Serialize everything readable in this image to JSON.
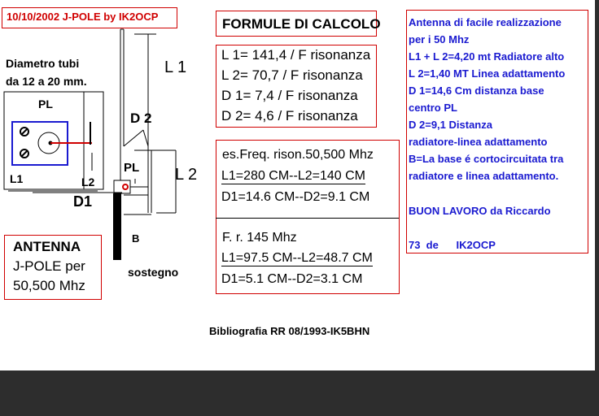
{
  "header": {
    "title": "10/10/2002 J-POLE  by IK2OCP"
  },
  "diagram": {
    "tube_note_1": "Diametro tubi",
    "tube_note_2": "da 12 a 20 mm.",
    "label_pl_top": "PL",
    "label_l1_top": "L 1",
    "label_d2": "D 2",
    "label_l2_right": "L 2",
    "label_pl_mid": "PL",
    "label_l1_left": "L1",
    "label_l2_inner": "L2",
    "label_d1": "D1",
    "label_b": "B",
    "label_support": "sostegno"
  },
  "antenna_box": {
    "line1": "ANTENNA",
    "line2": "J-POLE per",
    "line3": "50,500 Mhz"
  },
  "formulas": {
    "title": "FORMULE DI CALCOLO",
    "items": [
      "L 1= 141,4 / F risonanza",
      "L 2= 70,7 / F risonanza",
      "D 1= 7,4 / F risonanza",
      "D 2= 4,6 / F risonanza"
    ]
  },
  "examples": {
    "ex1_title": "es.Freq.  rison.50,500 Mhz",
    "ex1_l": "L1=280 CM--L2=140 CM",
    "ex1_d": "D1=14.6 CM--D2=9.1 CM",
    "ex2_title": "F. r. 145 Mhz",
    "ex2_l": "L1=97.5 CM--L2=48.7 CM",
    "ex2_d": "D1=5.1 CM--D2=3.1 CM"
  },
  "notes": {
    "lines": [
      "Antenna di facile realizzazione",
      "per i 50 Mhz",
      " L1 + L 2=4,20 mt Radiatore alto",
      "L 2=1,40 MT Linea adattamento",
      "D 1=14,6 Cm distanza base",
      "centro PL",
      "D 2=9,1 Distanza",
      "radiatore-linea adattamento",
      "B=La base é cortocircuitata tra",
      "radiatore e linea adattamento."
    ],
    "greeting": "BUON LAVORO da Riccardo",
    "signature": "73  de      IK2OCP"
  },
  "bibliography": "Bibliografia RR 08/1993-IK5BHN",
  "colors": {
    "frame_red": "#d00000",
    "note_blue": "#1a1ad0",
    "ground_band": "#2d2d2d"
  }
}
